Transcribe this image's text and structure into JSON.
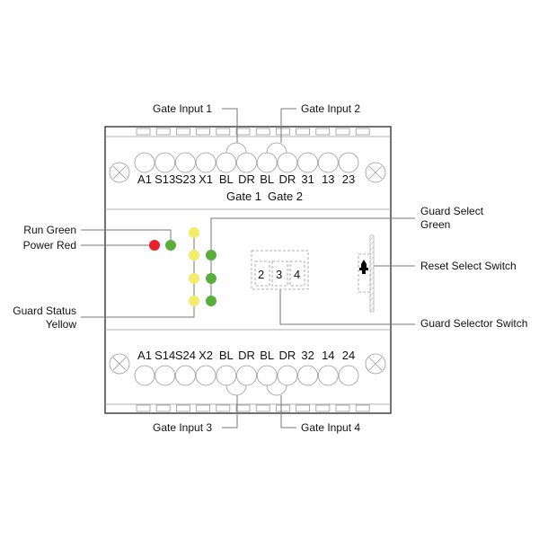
{
  "callouts": {
    "gate_input_1": "Gate Input 1",
    "gate_input_2": "Gate Input 2",
    "gate_input_3": "Gate Input 3",
    "gate_input_4": "Gate Input 4",
    "run_green": "Run Green",
    "power_red": "Power Red",
    "guard_status_line1": "Guard Status",
    "guard_status_line2": "Yellow",
    "guard_select_line1": "Guard Select",
    "guard_select_line2": "Green",
    "reset_select_switch": "Reset Select Switch",
    "guard_selector_switch": "Guard Selector Switch"
  },
  "top_terminals": [
    "A1",
    "S13",
    "S23",
    "X1",
    "BL",
    "DR",
    "BL",
    "DR",
    "31",
    "13",
    "23"
  ],
  "top_groups": [
    "Gate 1",
    "Gate 2"
  ],
  "bottom_terminals": [
    "A1",
    "S14",
    "S24",
    "X2",
    "BL",
    "DR",
    "BL",
    "DR",
    "32",
    "14",
    "24"
  ],
  "selector_positions": [
    "2",
    "3",
    "4"
  ],
  "colors": {
    "red": "#e8202a",
    "green": "#5aae3c",
    "yellow": "#f2ec6a"
  }
}
